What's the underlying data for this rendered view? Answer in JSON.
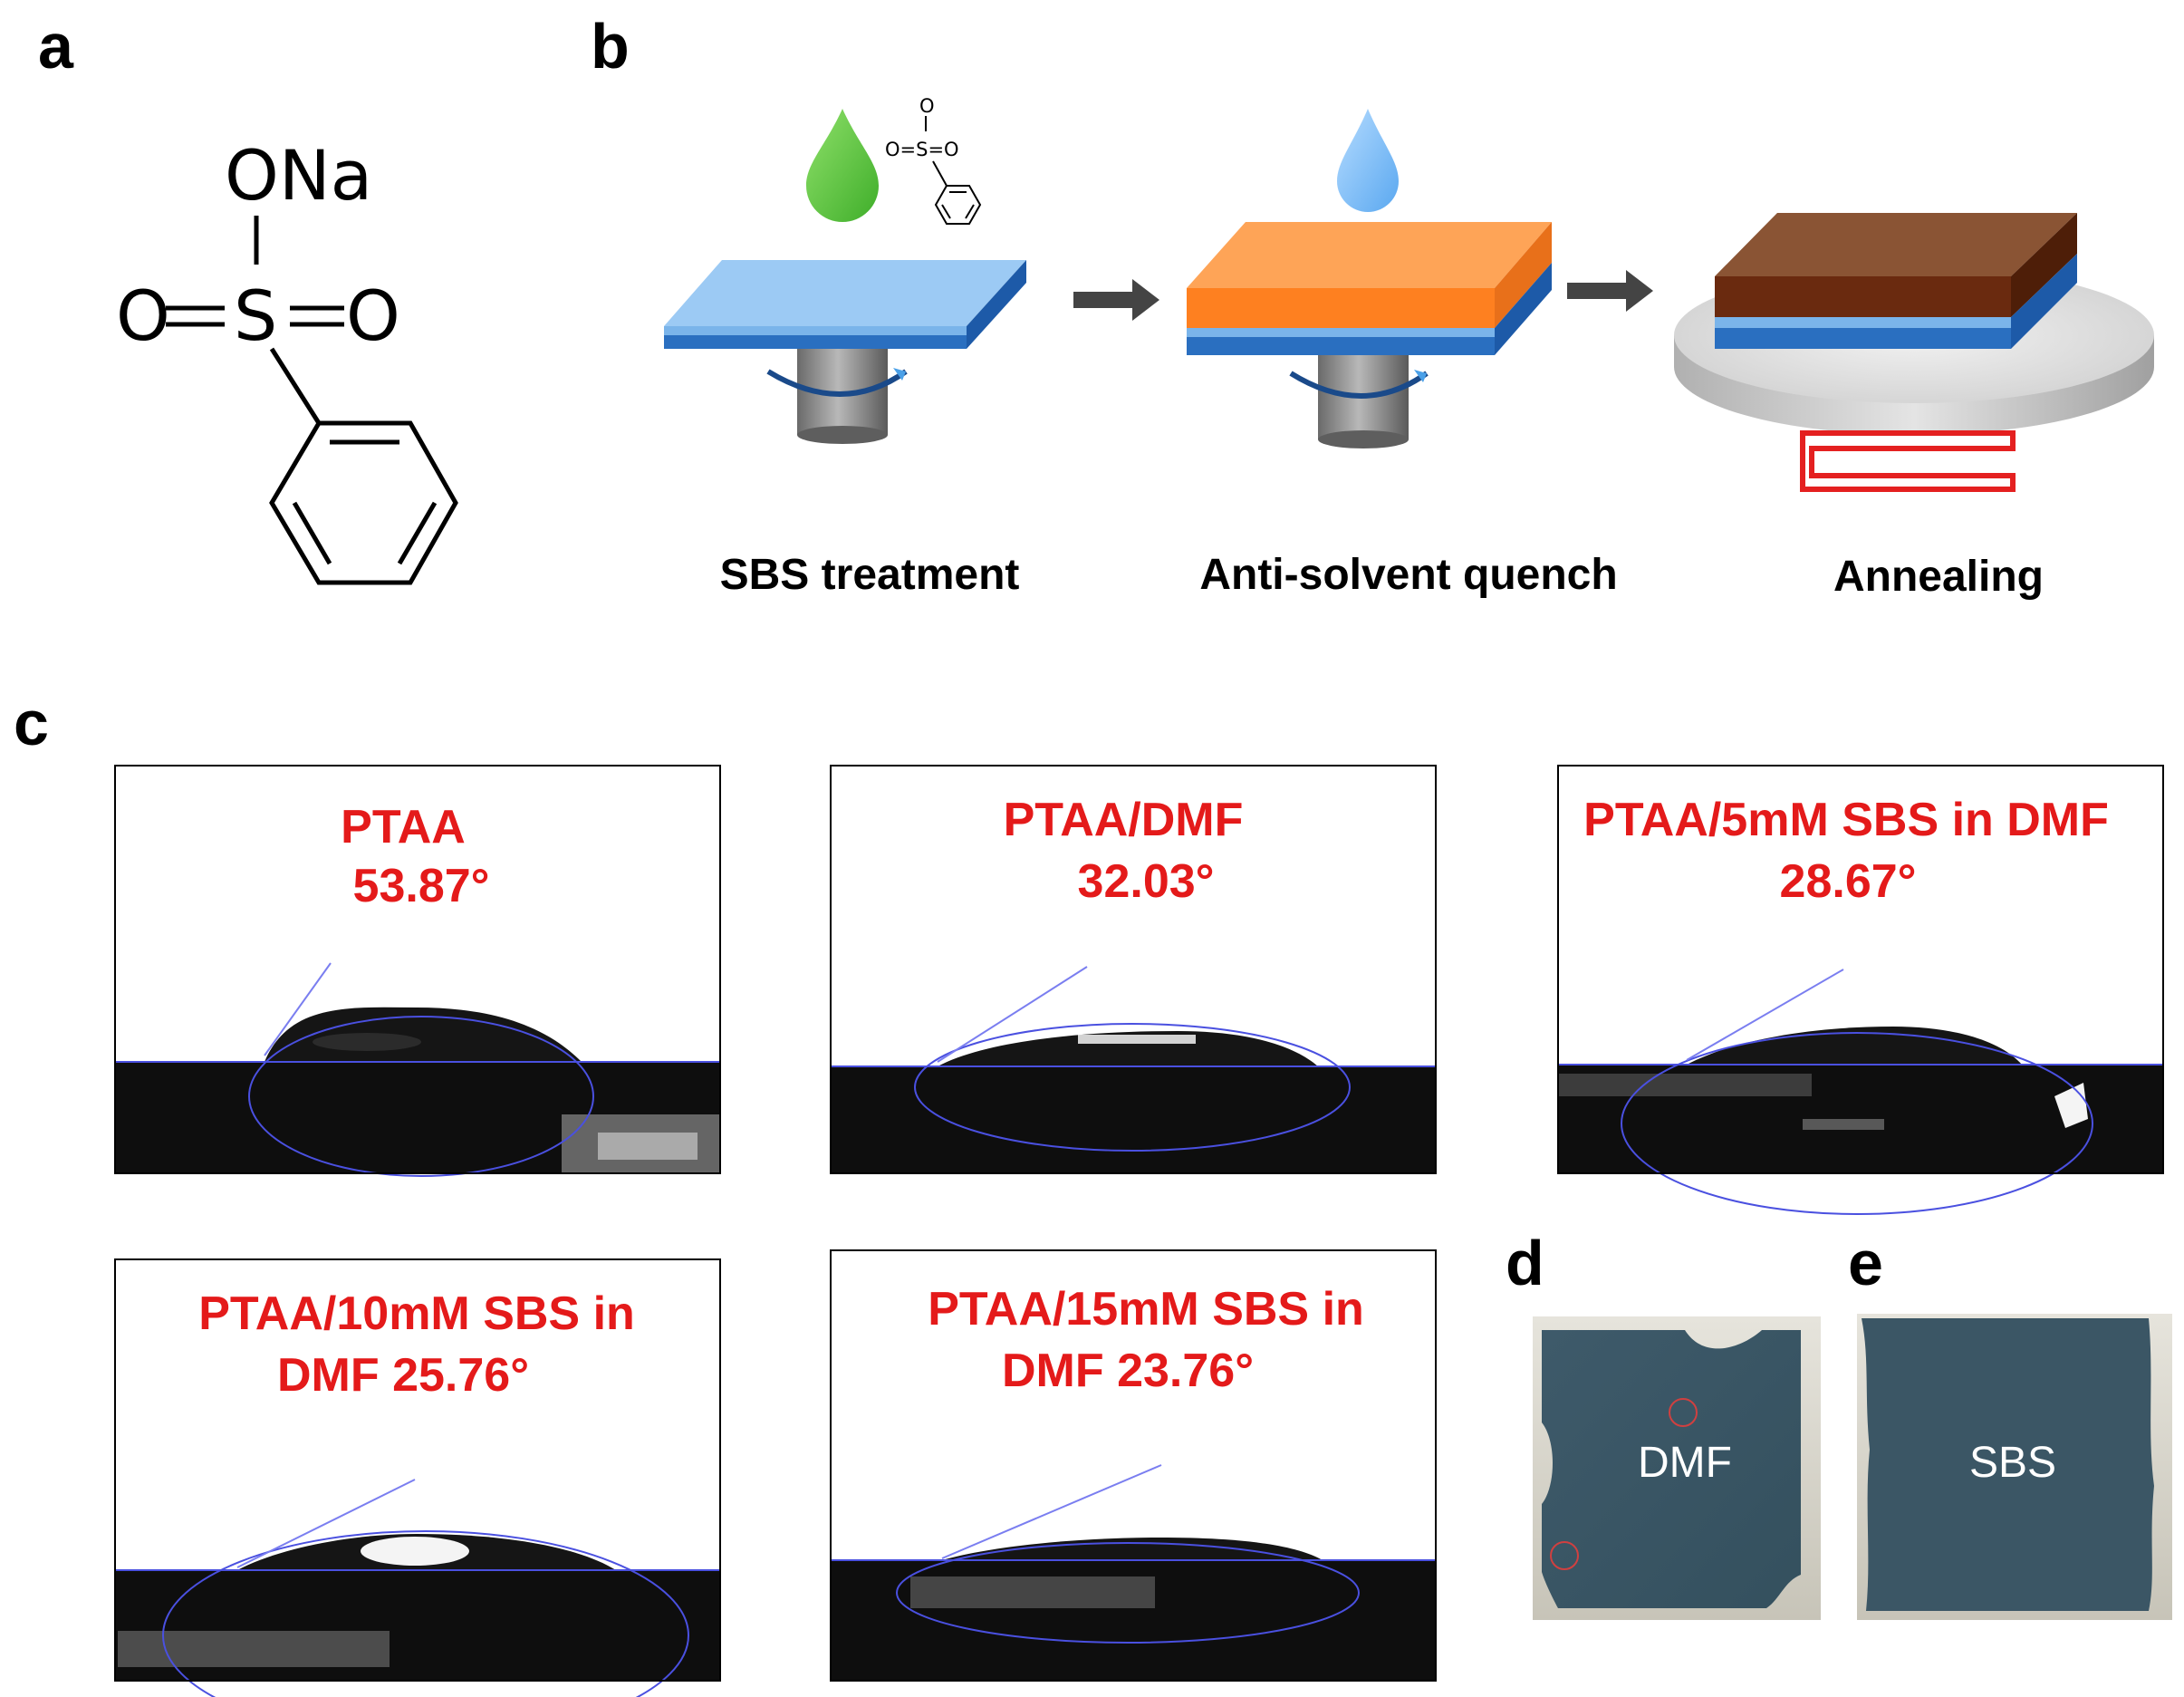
{
  "panels": {
    "a": "a",
    "b": "b",
    "c": "c",
    "d": "d",
    "e": "e"
  },
  "molecule": {
    "sodium_group": "ONa",
    "oxygen_left": "O",
    "sulfur": "S",
    "oxygen_right": "O",
    "inset_oxygen_top": "O",
    "inset_sulfonyl": "O=S=O"
  },
  "process_steps": [
    {
      "label": "SBS treatment"
    },
    {
      "label": "Anti-solvent quench"
    },
    {
      "label": "Annealing"
    }
  ],
  "contact_angle_images": [
    {
      "line1": "PTAA",
      "line2": "53.87°",
      "angle_deg": 53.87
    },
    {
      "line1": "PTAA/DMF",
      "line2": "32.03°",
      "angle_deg": 32.03
    },
    {
      "line1": "PTAA/5mM SBS in DMF",
      "line2": "28.67°",
      "angle_deg": 28.67
    },
    {
      "line1": "PTAA/10mM SBS in",
      "line2": "DMF 25.76°",
      "angle_deg": 25.76
    },
    {
      "line1": "PTAA/15mM SBS in",
      "line2": "DMF 23.76°",
      "angle_deg": 23.76
    }
  ],
  "film_photos": [
    {
      "label": "DMF"
    },
    {
      "label": "SBS"
    }
  ],
  "colors": {
    "annotation_red": "#e41a1a",
    "substrate_blue": "#2a6fc0",
    "substrate_light": "#9ccaf4",
    "perovskite_orange": "#fe8a2e",
    "annealed_brown": "#6a2a0f",
    "film_teal": "#3b5665",
    "fit_line_purple": "#7a7ef0",
    "heater_red": "#e42020"
  }
}
